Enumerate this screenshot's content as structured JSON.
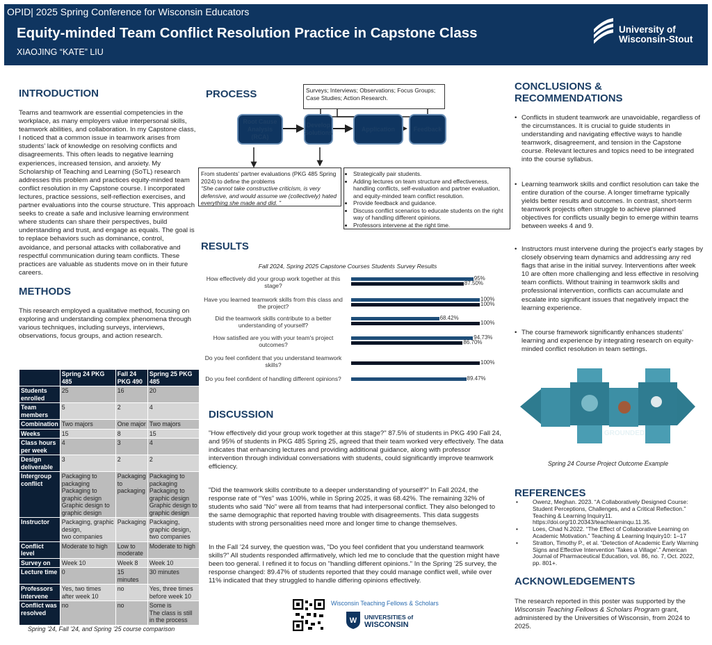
{
  "header": {
    "conference": "OPID| 2025 Spring Conference for Wisconsin Educators",
    "title": "Equity-minded Team Conflict Resolution Practice in Capstone Class",
    "author": "XIAOJING “KATE” LIU",
    "university_line1": "University of",
    "university_line2": "Wisconsin-Stout"
  },
  "introduction": {
    "heading": "INTRODUCTION",
    "text": "Teams and teamwork are essential competencies in the workplace, as many employers value interpersonal skills, teamwork abilities, and collaboration. In my Capstone class, I noticed that a common issue in teamwork arises from students’ lack of knowledge on resolving conflicts and disagreements. This often leads to negative learning experiences, increased tension, and anxiety. My Scholarship of Teaching and Learning (SoTL) research addresses this problem and practices equity-minded team conflict resolution in my Capstone course.  I incorporated lectures, practice sessions, self-reflection exercises, and partner evaluations into the course structure. This approach seeks to create a safe and inclusive learning environment where students can share their perspectives, build understanding and trust, and engage as equals. The goal is to replace behaviors such as dominance, control, avoidance, and personal attacks with collaborative and respectful communication during team conflicts. These practices are valuable as students move on in their future careers."
  },
  "methods": {
    "heading": "METHODS",
    "text": "This research employed a qualitative method, focusing on exploring and understanding complex phenomena through various techniques, including surveys, interviews, observations, focus groups, and action research."
  },
  "comparison_table": {
    "headers": [
      "",
      "Spring 24 PKG 485",
      "Fall 24 PKG 490",
      "Spring 25 PKG 485"
    ],
    "rows": [
      {
        "label": "Students enrolled",
        "cells": [
          "25",
          "16",
          "20"
        ]
      },
      {
        "label": "Team members",
        "cells": [
          "5",
          "2",
          "4"
        ]
      },
      {
        "label": "Combination",
        "cells": [
          "Two majors",
          "One major",
          "Two majors"
        ]
      },
      {
        "label": "Weeks",
        "cells": [
          "15",
          "8",
          "15"
        ]
      },
      {
        "label": "Class hours per week",
        "cells": [
          "4",
          "3",
          "4"
        ]
      },
      {
        "label": "Design deliverable",
        "cells": [
          "3",
          "2",
          "2"
        ]
      },
      {
        "label": "Intergroup conflict",
        "cells": [
          "Packaging to packaging\nPackaging to graphic design\nGraphic design to graphic design",
          "Packaging to packaging",
          "Packaging to packaging\nPackaging to graphic design\nGraphic design to graphic design"
        ]
      },
      {
        "label": "Instructor",
        "cells": [
          "Packaging, graphic design,\ntwo companies",
          "Packaging",
          "Packaging, graphic design,\ntwo companies"
        ]
      },
      {
        "label": "Conflict level",
        "cells": [
          "Moderate to high",
          "Low to moderate",
          "Moderate to high"
        ]
      },
      {
        "label": "Survey on",
        "cells": [
          "Week 10",
          "Week 8",
          "Week 10"
        ]
      },
      {
        "label": "Lecture time",
        "cells": [
          "0",
          "15 minutes",
          "30 minutes"
        ]
      },
      {
        "label": "Professors intervene",
        "cells": [
          "Yes, two times after week 10",
          "no",
          "Yes, three times before week 10"
        ]
      },
      {
        "label": "Conflict was resolved",
        "cells": [
          "no",
          "no",
          "Some is\nThe class is still in the process"
        ]
      }
    ],
    "caption": "Spring ’24, Fall ’24, and Spring ’25 course comparison"
  },
  "process": {
    "heading": "PROCESS",
    "sources_box": "Surveys; Interviews; Observations; Focus Groups; Case Studies; Action Research.",
    "nodes": [
      "Root Cause Analysis (RCA)",
      "Develop Solutions",
      "Application",
      "Feedback"
    ],
    "evaluation_box_intro": "From students’ partner evaluations (PKG 485 Spring 2024) to define the problems",
    "evaluation_box_quote": "“She cannot take constructive criticism, is very defensive, and would assume we (collectively) hated everything she made and did. ”",
    "solutions": [
      "Strategically pair students.",
      "Adding lectures on team structure and effectiveness, handling conflicts, self-evaluation and partner evaluation, and equity-minded team conflict resolution.",
      "Provide feedback and guidance.",
      "Discuss conflict scenarios to educate students on the right way of handling different opinions.",
      "Professors intervene at the right time."
    ]
  },
  "results": {
    "heading": "RESULTS"
  },
  "chart_data": {
    "type": "bar",
    "title": "Fall 2024, Spring 2025 Capstone Courses Students Survey Results",
    "categories": [
      "How effectively did your group work together at this stage?",
      "Have you learned teamwork skills from this class and the project?",
      "Did the teamwork skills contribute to a better understanding of yourself?",
      "How satisfied are you with your team's project outcomes?",
      "Do you feel confident that you understand teamwork skills?",
      "Do you feel confident of handling different opinions?"
    ],
    "series": [
      {
        "values": [
          95,
          100,
          68.42,
          94.73,
          null,
          89.47
        ],
        "labels": [
          "95%",
          "100%",
          "68.42%",
          "94.73%",
          "",
          "89.47%"
        ],
        "color": "#1f4e79"
      },
      {
        "values": [
          87.5,
          100,
          100,
          86.7,
          100,
          null
        ],
        "labels": [
          "87.50%",
          "100%",
          "100%",
          "86.70%",
          "100%",
          ""
        ],
        "color": "#0a1526"
      }
    ],
    "xlim": [
      0,
      100
    ],
    "orientation": "horizontal"
  },
  "discussion": {
    "heading": "DISCUSSION",
    "paragraphs": [
      "\"How effectively did your group work together at this stage?\" 87.5% of students in PKG 490 Fall 24, and 95% of students in PKG 485 Spring 25, agreed that their team worked very effectively. The data indicates that enhancing lectures and providing additional guidance, along with professor intervention through individual conversations with students, could significantly improve teamwork efficiency.",
      "\"Did the teamwork skills contribute to a deeper understanding of yourself?\" In Fall 2024, the response rate of “Yes” was 100%, while in Spring 2025, it was 68.42%. The remaining 32% of students who said “No” were all from teams that had interpersonal conflict. They also belonged to the same demographic that reported having trouble with disagreements. This data suggests students with strong personalities need more and longer time to change themselves.",
      "In the Fall ’24 survey, the question was, \"Do you feel confident that you understand teamwork skills?\" All students responded affirmatively, which led me to conclude that the question might have been too general. I refined it to focus on \"handling different opinions.\" In the Spring ’25 survey, the response changed: 89.47% of students reported that they could manage conflict well, while over 11% indicated that they struggled to handle differing opinions effectively."
    ]
  },
  "sponsors": {
    "fellows": "Wisconsin Teaching Fellows & Scholars",
    "universities_line1": "UNIVERSITIES of",
    "universities_line2": "WISCONSIN"
  },
  "conclusions": {
    "heading_line1": "CONCLUSIONS &",
    "heading_line2": "RECOMMENDATIONS",
    "items": [
      "Conflicts in student teamwork are unavoidable, regardless of the circumstances. It is crucial to guide students in understanding and navigating effective ways to handle teamwork, disagreement, and tension in the Capstone course. Relevant lectures and topics need to be integrated into the course syllabus.",
      "Learning teamwork skills and conflict resolution can take the entire duration of the course. A longer timeframe typically yields better results and outcomes. In contrast, short-term teamwork projects often struggle to achieve planned objectives for conflicts usually begin to emerge within teams between weeks 4 and 9.",
      "Instructors must intervene during the project's early stages by closely observing team dynamics and addressing any red flags that arise in the initial survey. Interventions after week 10 are often more challenging and less effective in resolving team conflicts.  Without training in teamwork skills and professional intervention, conflicts can accumulate and escalate into significant issues that negatively impact the learning experience.",
      "The course framework significantly enhances students’ learning and experience by integrating research on equity-minded conflict resolution in team settings."
    ],
    "image_caption": "Spring 24 Course Project Outcome Example",
    "image_text": "GROUNDED"
  },
  "references": {
    "heading": "REFERENCES",
    "items": [
      "Owenz, Meghan. 2023. “A Collaboratively Designed Course: Student Perceptions, Challenges, and a Critical Reflection.” Teaching & Learning Inquiry11. https://doi.org/10.20343/teachlearninqu.11.35.",
      "Loes, Chad N.2022. “The Effect of Collaborative Learning on Academic Motivation.” Teaching & Learning Inquiry10: 1–17",
      "Stratton, Timothy P., et al. “Detection of Academic Early Warning Signs and Effective Intervention 'Takes a Village'.” American Journal of Pharmaceutical Education, vol. 86, no. 7, Oct. 2022, pp. 801+."
    ]
  },
  "acknowledgements": {
    "heading": "ACKNOWLEDGEMENTS",
    "text_before": "The research reported in this poster was supported by the ",
    "text_italic": "Wisconsin Teaching Fellows & Scholars Program",
    "text_after": " grant, administered by the Universities of Wisconsin, from 2024 to 2025."
  }
}
